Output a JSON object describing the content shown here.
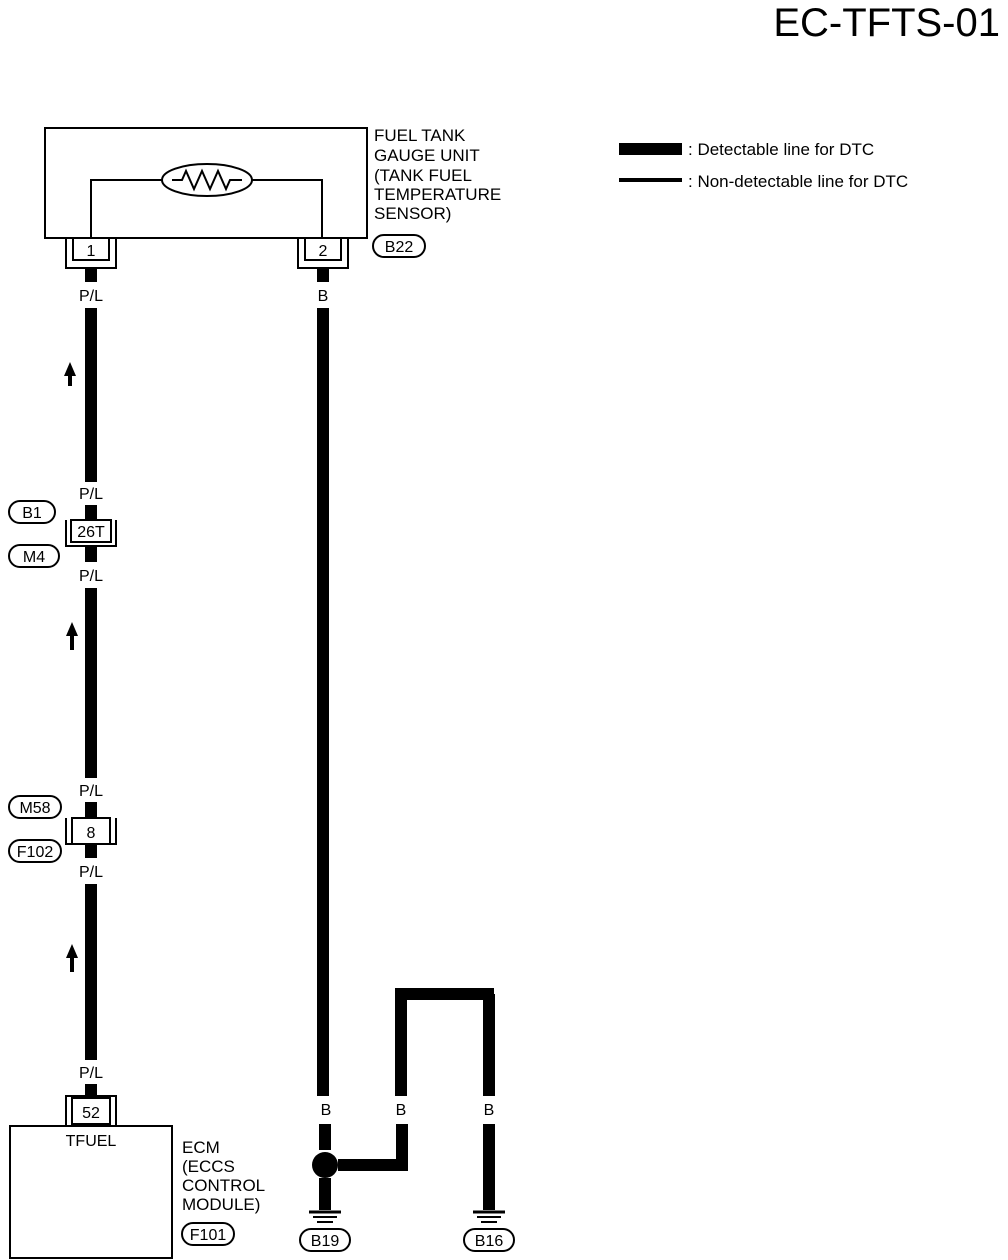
{
  "page_code": "EC-TFTS-01",
  "legend": {
    "detectable": ": Detectable line for DTC",
    "non_detectable": ": Non-detectable line for DTC"
  },
  "sensor": {
    "line1": "FUEL TANK",
    "line2": "GAUGE UNIT",
    "line3": "(TANK FUEL",
    "line4": "TEMPERATURE",
    "line5": "SENSOR)",
    "connector": "B22",
    "pin1": "1",
    "pin2": "2"
  },
  "wire_colors": {
    "signal": "P/L",
    "ground": "B"
  },
  "junction_1": {
    "pin": "26T",
    "connector_top": "B1",
    "connector_bottom": "M4"
  },
  "junction_2": {
    "pin": "8",
    "connector_top": "M58",
    "connector_bottom": "F102"
  },
  "ecm": {
    "pin": "52",
    "terminal": "TFUEL",
    "line1": "ECM",
    "line2": "(ECCS",
    "line3": "CONTROL",
    "line4": "MODULE)",
    "connector": "F101"
  },
  "grounds": {
    "left": "B19",
    "right": "B16"
  }
}
